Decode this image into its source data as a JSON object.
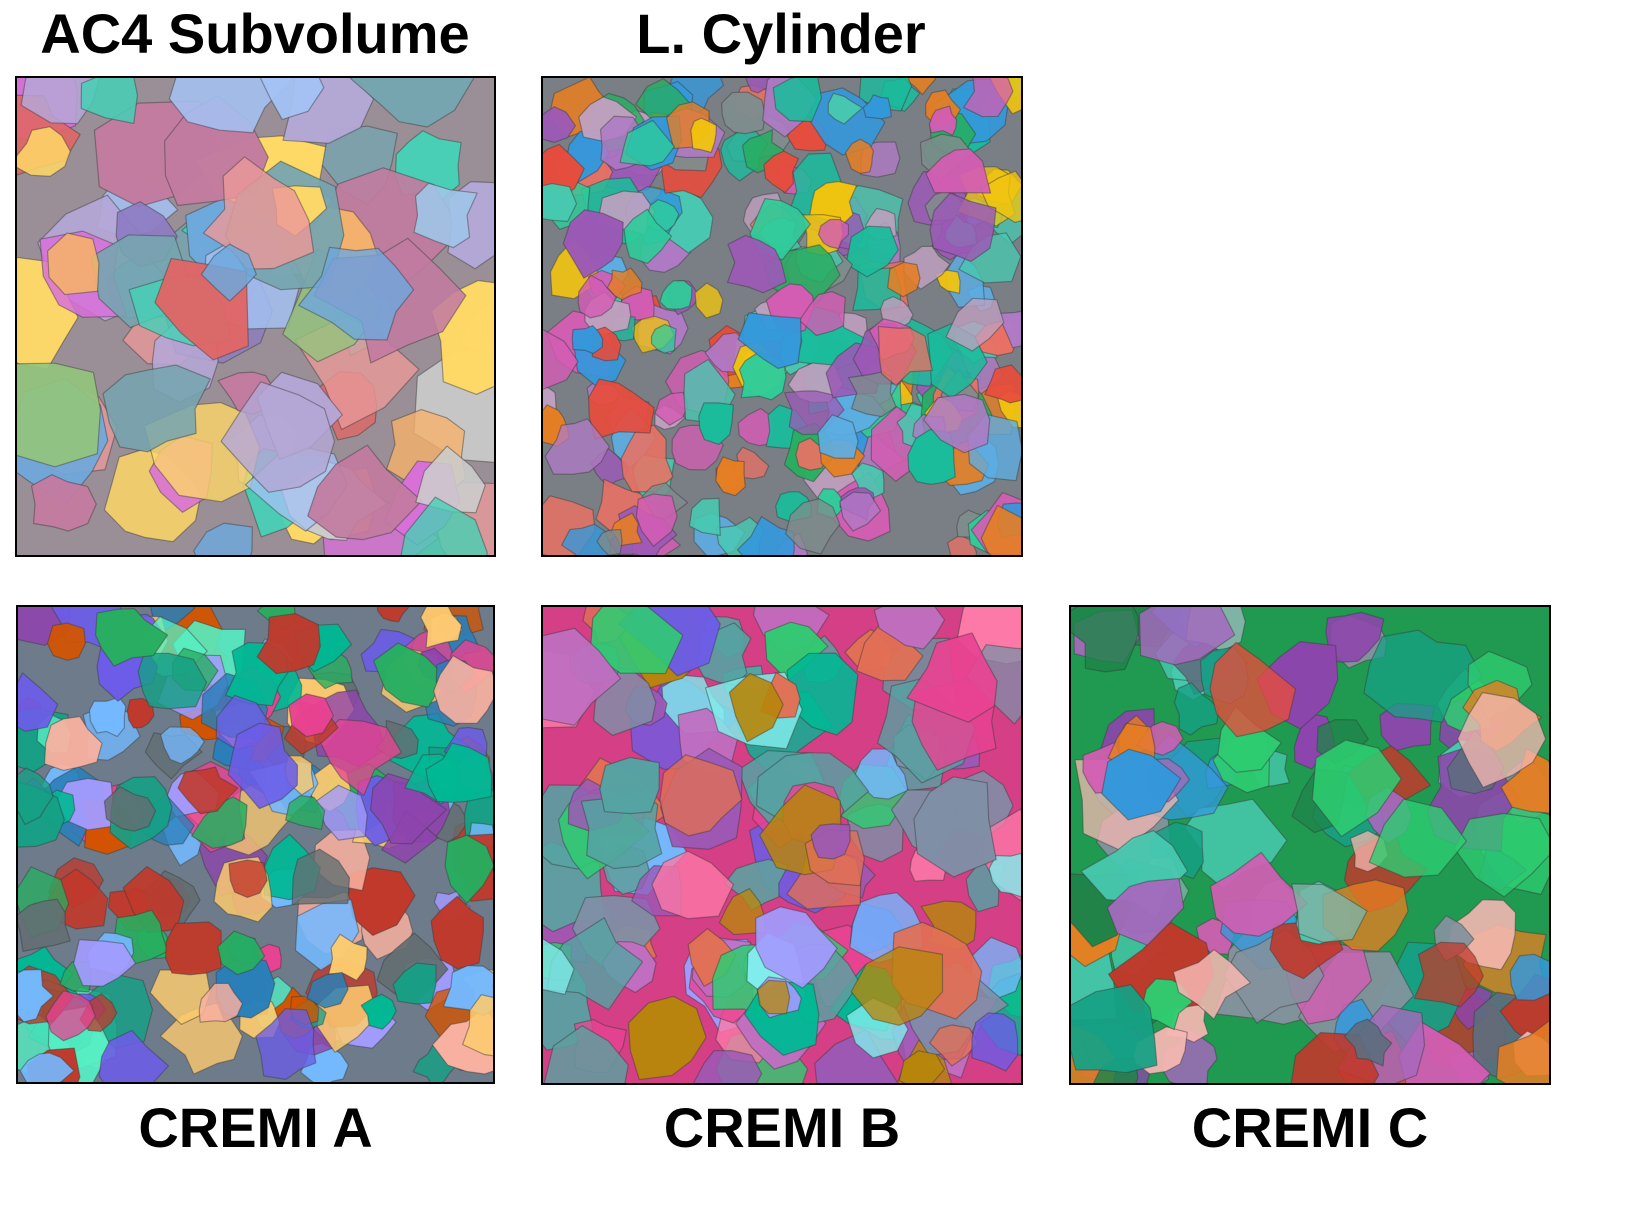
{
  "figure": {
    "panels": [
      {
        "id": "ac4",
        "label": "AC4 Subvolume",
        "palette": [
          "#d96fd9",
          "#6fa8dc",
          "#e06666",
          "#93c47d",
          "#ffd966",
          "#76a5af",
          "#c27ba0",
          "#8e7cc3",
          "#f6b26b",
          "#45d1b6",
          "#a4c2f4",
          "#b4a7d6",
          "#ea9999",
          "#cccccc",
          "#9fc5e8"
        ],
        "base": "#9a8f96",
        "seed": 11,
        "cells": 46
      },
      {
        "id": "lcyl",
        "label": "L. Cylinder",
        "palette": [
          "#2ecc9a",
          "#e67e22",
          "#9b59b6",
          "#3498db",
          "#e74c3c",
          "#f1c40f",
          "#1abc9c",
          "#d35db3",
          "#7f8c8d",
          "#27ae60",
          "#c0a0c0",
          "#5dade2",
          "#af7ac5",
          "#48c9b0",
          "#ec7063"
        ],
        "base": "#7a7f86",
        "seed": 23,
        "cells": 150
      },
      {
        "id": "cremi-a",
        "label": "CREMI A",
        "palette": [
          "#8e44ad",
          "#16a085",
          "#d35400",
          "#2980b9",
          "#c0392b",
          "#27ae60",
          "#e84393",
          "#6c5ce7",
          "#00b894",
          "#fdcb6e",
          "#636e72",
          "#74b9ff",
          "#a29bfe",
          "#55efc4",
          "#fab1a0"
        ],
        "base": "#6e7b8a",
        "seed": 37,
        "cells": 120
      },
      {
        "id": "cremi-b",
        "label": "CREMI B",
        "palette": [
          "#e84393",
          "#00b894",
          "#6c5ce7",
          "#74b9ff",
          "#fd79a8",
          "#55a3a3",
          "#a29bfe",
          "#2ecc71",
          "#b8860b",
          "#9b59b6",
          "#5f9ea0",
          "#e17055",
          "#81ecec",
          "#7f8fa6",
          "#c06ec0"
        ],
        "base": "#d43f86",
        "seed": 51,
        "cells": 75
      },
      {
        "id": "cremi-c",
        "label": "CREMI C",
        "palette": [
          "#1e8449",
          "#e74c3c",
          "#8e44ad",
          "#3498db",
          "#e67e22",
          "#16a085",
          "#5d6d7e",
          "#d35db3",
          "#2ecc71",
          "#7fb3a5",
          "#a569bd",
          "#48c9b0",
          "#c0392b",
          "#f5b7b1",
          "#85929e"
        ],
        "base": "#1f9a50",
        "seed": 67,
        "cells": 70
      }
    ]
  }
}
